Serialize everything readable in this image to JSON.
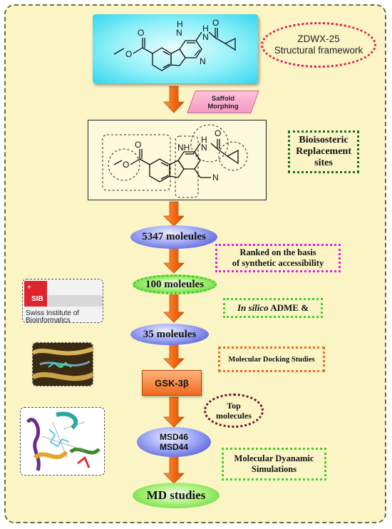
{
  "compound_label": {
    "line1": "ZDWX-25",
    "line2": "Structural framework"
  },
  "morph_label": {
    "line1": "Saffold",
    "line2": "Morphing"
  },
  "bio_label": {
    "line1": "Bioisosteric",
    "line2": "Replacement",
    "line3": "sites"
  },
  "mol_atoms": {
    "nh": "NH",
    "h": "H",
    "n": "N",
    "o": "O"
  },
  "steps": [
    {
      "label": "5347 moleules"
    },
    {
      "label": "100 moleules"
    },
    {
      "label": "35 moleules"
    },
    {
      "label": "GSK-3β"
    },
    {
      "line1": "MSD46",
      "line2": "MSD44"
    },
    {
      "label": "MD studies"
    }
  ],
  "notes": {
    "ranked": {
      "line1": "Ranked on the basis",
      "line2": "of synthetic accessibility"
    },
    "admem": {
      "italic": "In silico",
      "rest": " ADME &"
    },
    "docking": "Molecular Docking Studies",
    "top": {
      "line1": "Top",
      "line2": "molecules"
    },
    "md": {
      "line1": "Molecular Dyanamic",
      "line2": "Simulations"
    }
  },
  "sib": {
    "logo": "SIB",
    "line1": "Swiss Institute of",
    "line2": "Bioinformatics"
  },
  "colors": {
    "arrow": "#f26a12",
    "red_dot": "#e01e4a",
    "green_dot": "#1a6e22",
    "magenta_dot": "#e21ee0",
    "orange_dot": "#f06a1a",
    "maroon_dot": "#6b1232"
  }
}
